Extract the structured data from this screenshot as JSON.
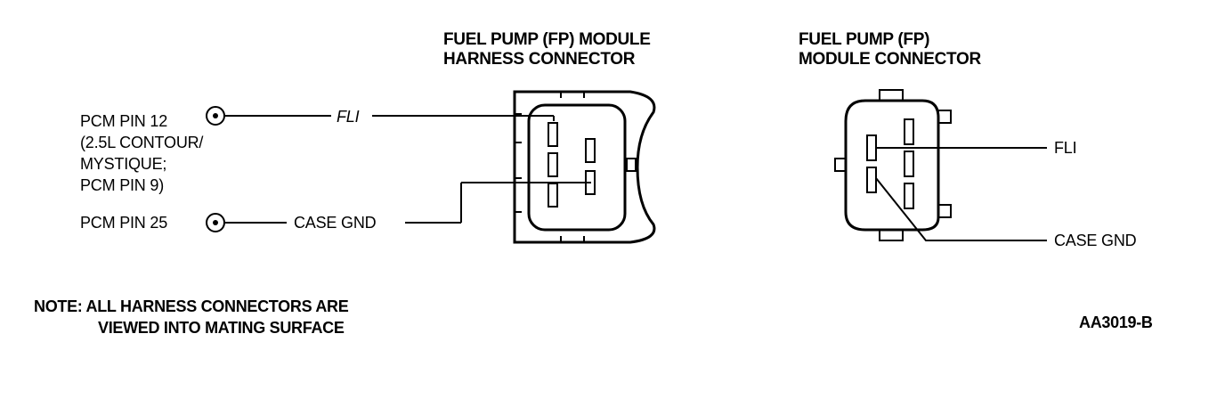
{
  "harness_connector": {
    "title_line1": "FUEL PUMP (FP) MODULE",
    "title_line2": "HARNESS CONNECTOR"
  },
  "module_connector": {
    "title_line1": "FUEL PUMP (FP)",
    "title_line2": "MODULE CONNECTOR"
  },
  "pcm": {
    "pin12_line1": "PCM PIN 12",
    "pin12_line2": "(2.5L CONTOUR/",
    "pin12_line3": "MYSTIQUE;",
    "pin12_line4": "PCM PIN 9)",
    "pin25": "PCM PIN 25"
  },
  "wires": {
    "fli": "FLI",
    "case_gnd": "CASE GND"
  },
  "note": {
    "line1": "NOTE: ALL HARNESS CONNECTORS ARE",
    "line2": "VIEWED INTO MATING SURFACE"
  },
  "figure_id": "AA3019-B"
}
